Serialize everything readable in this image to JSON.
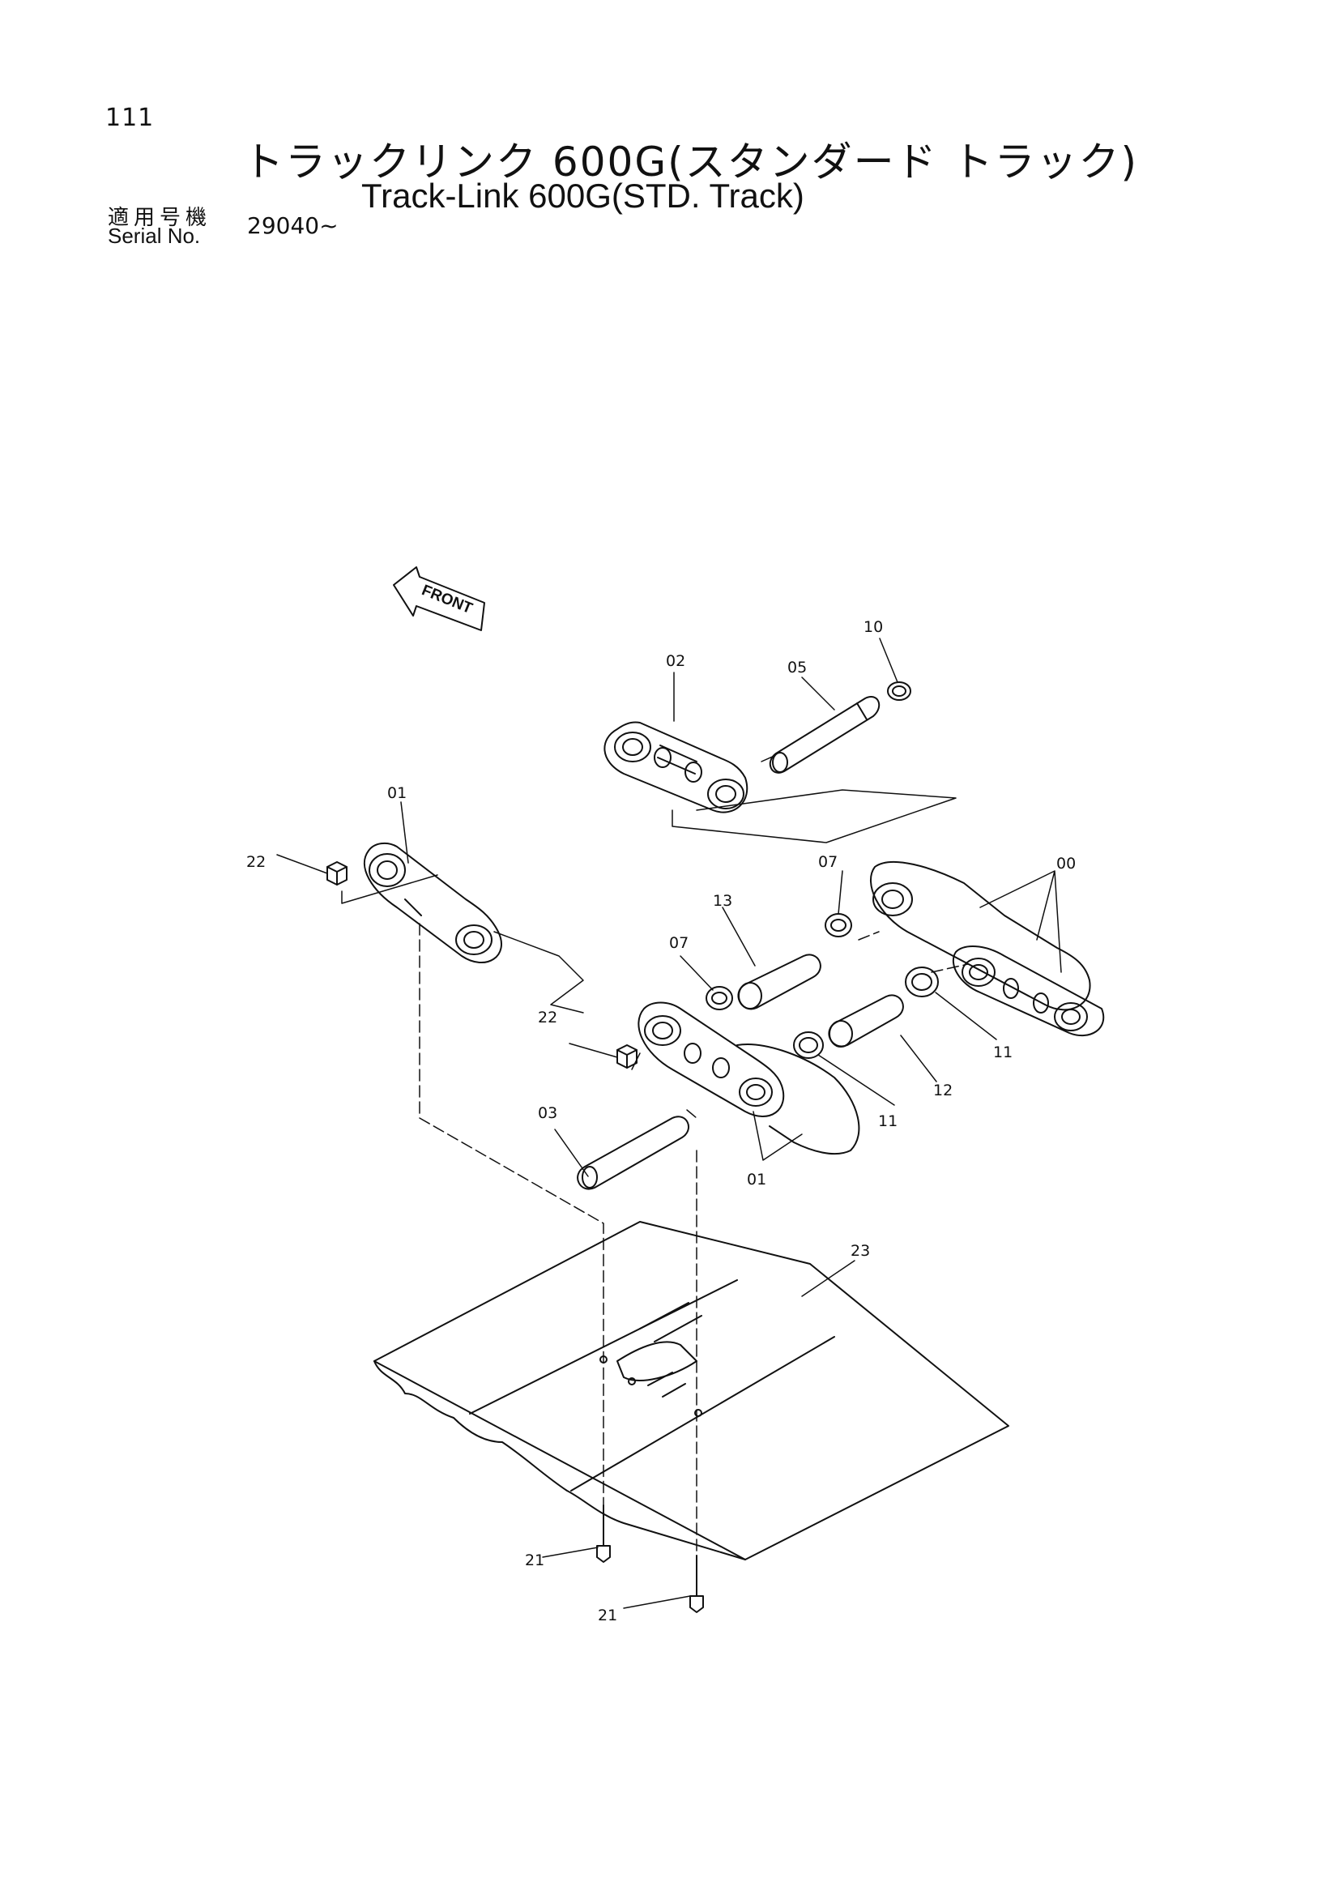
{
  "header": {
    "page_number": "111",
    "title_jp": "トラックリンク 600G(スタンダード トラック)",
    "title_en": "Track-Link 600G(STD. Track)",
    "serial_label_jp": "適用号機",
    "serial_label_en": "Serial No.",
    "serial_value": "29040~"
  },
  "diagram": {
    "front_label": "FRONT",
    "callouts": {
      "c00": "00",
      "c01a": "01",
      "c01b": "01",
      "c02": "02",
      "c03": "03",
      "c05": "05",
      "c07a": "07",
      "c07b": "07",
      "c10": "10",
      "c11a": "11",
      "c11b": "11",
      "c12": "12",
      "c13": "13",
      "c21a": "21",
      "c21b": "21",
      "c22a": "22",
      "c22b": "22",
      "c23": "23"
    }
  }
}
